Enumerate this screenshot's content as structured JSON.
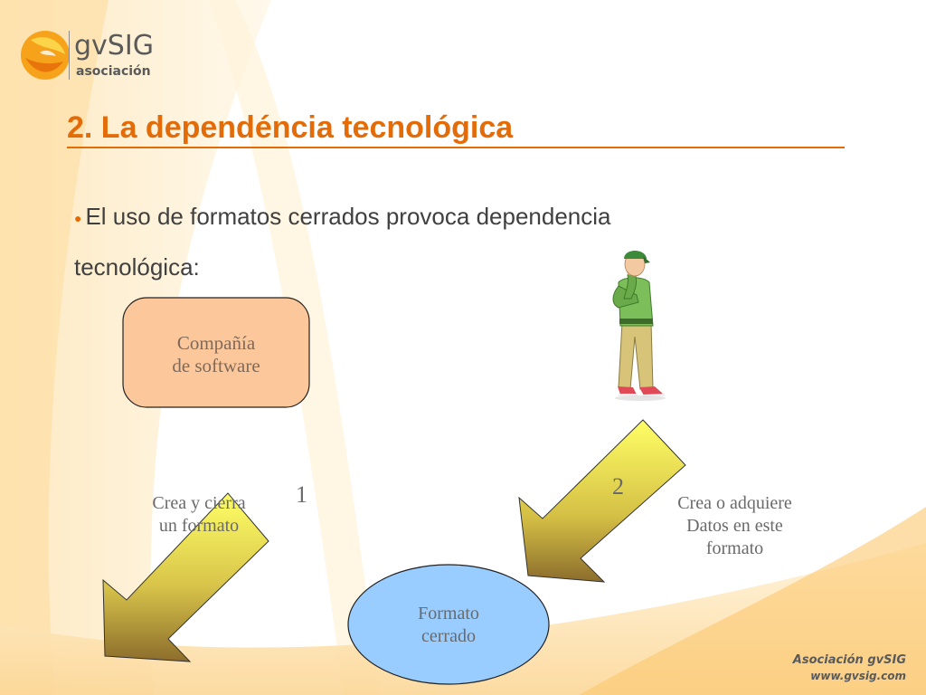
{
  "logo": {
    "name": "gvSIG",
    "sub": "asociación"
  },
  "title": "2. La dependéncia tecnológica",
  "bullet": {
    "line1": "El uso de formatos cerrados provoca dependencia",
    "line2": "tecnológica:"
  },
  "diagram": {
    "company_line1": "Compañía",
    "company_line2": "de software",
    "step1_number": "1",
    "step1_line1": "Crea y cierra",
    "step1_line2": "un formato",
    "step2_number": "2",
    "step2_line1": "Crea o adquiere",
    "step2_line2": "Datos en este",
    "step2_line3": "formato",
    "format_line1": "Formato",
    "format_line2": "cerrado"
  },
  "footer": {
    "org": "Asociación gvSIG",
    "url": "www.gvsig.com"
  },
  "colors": {
    "accent": "#e36c09",
    "company_box": "#fcc89b",
    "format_ellipse": "#99ccff",
    "arrow_light": "#ffff66",
    "arrow_dark": "#8c6d2c"
  }
}
